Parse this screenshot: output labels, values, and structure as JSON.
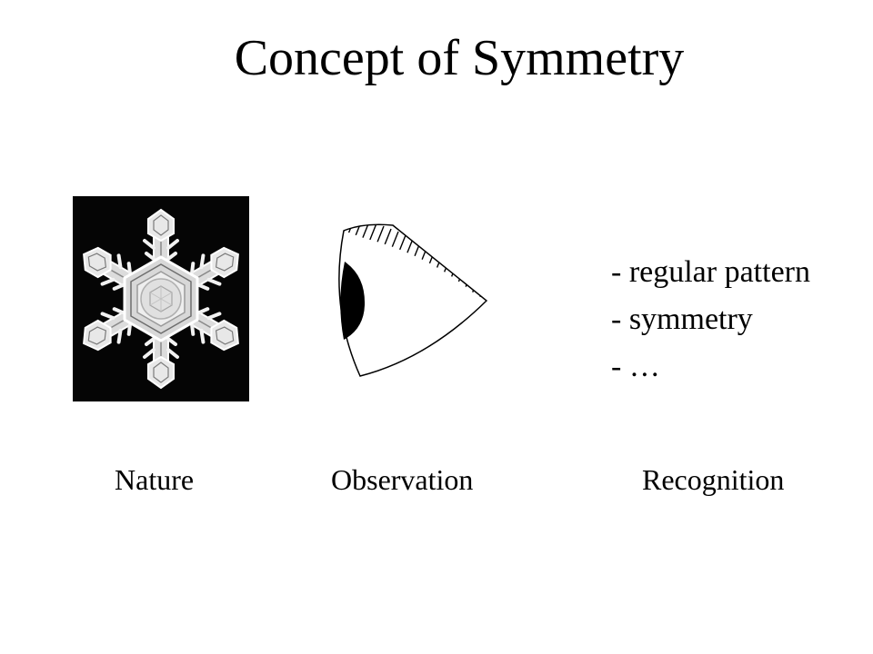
{
  "slide": {
    "title": "Concept of Symmetry"
  },
  "figures": {
    "nature_image": "snowflake-photo",
    "observation_image": "eye-icon"
  },
  "recognition_items": [
    "- regular pattern",
    "- symmetry",
    "- …"
  ],
  "stages": {
    "nature": "Nature",
    "observation": "Observation",
    "recognition": "Recognition"
  },
  "colors": {
    "background": "#ffffff",
    "ink": "#000000",
    "photo_background": "#050505",
    "crystal": "#e6e6e6"
  }
}
